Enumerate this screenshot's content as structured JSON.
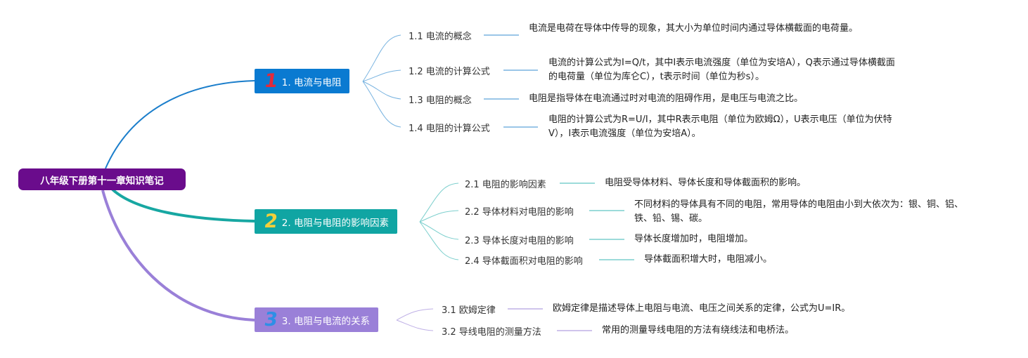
{
  "colors": {
    "root_bg": "#6a0c8c",
    "branch1_bg": "#0a7ad1",
    "branch1_num": "#e32a3a",
    "branch1_line": "#1b7ecb",
    "branch1_sub_line": "#78b3e0",
    "branch2_bg": "#10a5a3",
    "branch2_num": "#f4cf3a",
    "branch2_line": "#17a7a2",
    "branch2_sub_line": "#7ccfcd",
    "branch3_bg": "#9a80d8",
    "branch3_num": "#2e8fe6",
    "branch3_line": "#9a80d8",
    "branch3_sub_line": "#bfb0e6"
  },
  "root": {
    "label": "八年级下册第十一章知识笔记"
  },
  "branches": [
    {
      "num": "1",
      "label": "1. 电流与电阻",
      "children": [
        {
          "label": "1.1 电流的概念",
          "desc": "电流是电荷在导体中传导的现象，其大小为单位时间内通过导体横截面的电荷量。"
        },
        {
          "label": "1.2 电流的计算公式",
          "desc": "电流的计算公式为I=Q/t，其中I表示电流强度（单位为安培A），Q表示通过导体横截面的电荷量（单位为库仑C），t表示时间（单位为秒s）。"
        },
        {
          "label": "1.3 电阻的概念",
          "desc": "电阻是指导体在电流通过时对电流的阻碍作用，是电压与电流之比。"
        },
        {
          "label": "1.4 电阻的计算公式",
          "desc": "电阻的计算公式为R=U/I，其中R表示电阻（单位为欧姆Ω），U表示电压（单位为伏特V），I表示电流强度（单位为安培A）。"
        }
      ]
    },
    {
      "num": "2",
      "label": "2. 电阻与电阻的影响因素",
      "children": [
        {
          "label": "2.1 电阻的影响因素",
          "desc": "电阻受导体材料、导体长度和导体截面积的影响。"
        },
        {
          "label": "2.2 导体材料对电阻的影响",
          "desc": "不同材料的导体具有不同的电阻，常用导体的电阻由小到大依次为：银、铜、铝、铁、铅、锡、碳。"
        },
        {
          "label": "2.3 导体长度对电阻的影响",
          "desc": "导体长度增加时，电阻增加。"
        },
        {
          "label": "2.4 导体截面积对电阻的影响",
          "desc": "导体截面积增大时，电阻减小。"
        }
      ]
    },
    {
      "num": "3",
      "label": "3. 电阻与电流的关系",
      "children": [
        {
          "label": "3.1 欧姆定律",
          "desc": "欧姆定律是描述导体上电阻与电流、电压之间关系的定律，公式为U=IR。"
        },
        {
          "label": "3.2 导线电阻的测量方法",
          "desc": "常用的测量导线电阻的方法有绕线法和电桥法。"
        }
      ]
    }
  ]
}
